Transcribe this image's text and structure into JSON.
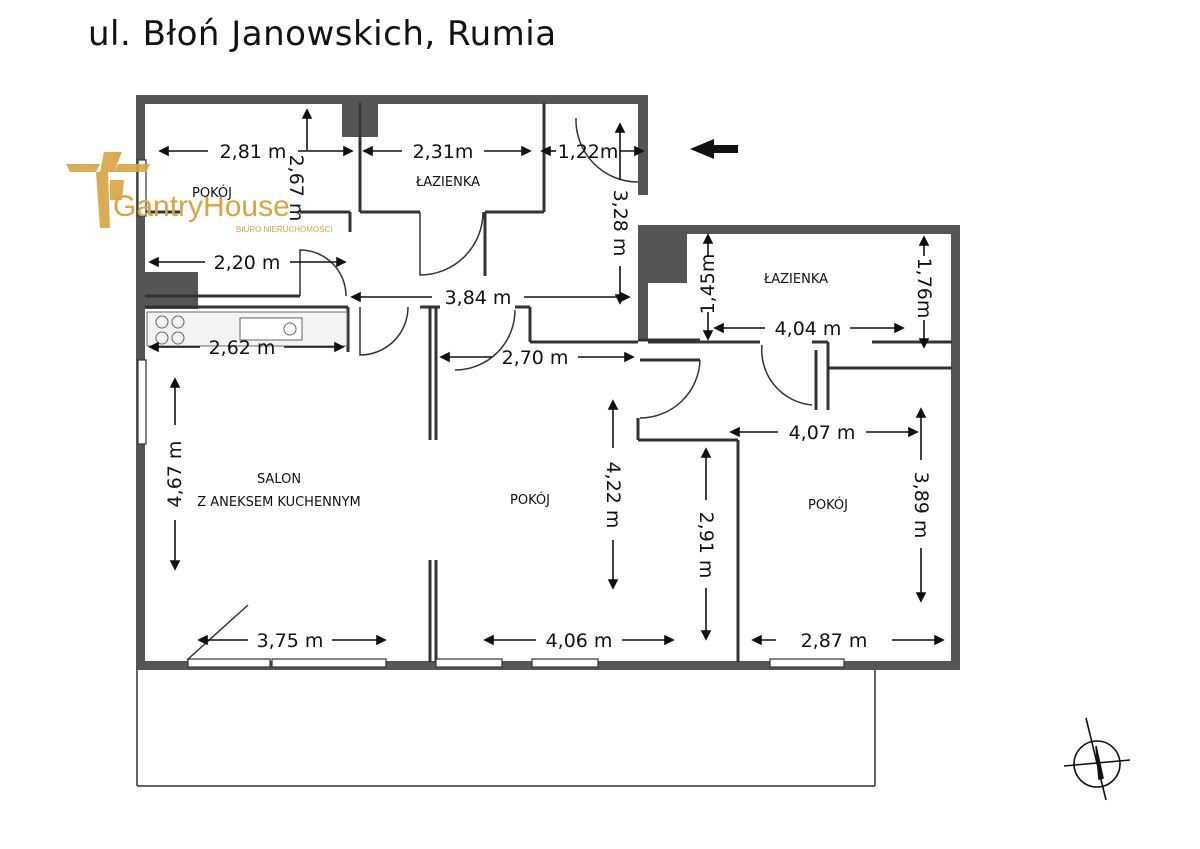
{
  "title": "ul. Błoń Janowskich, Rumia",
  "rooms": {
    "room_topleft": "POKÓJ",
    "bath_top": "ŁAZIENKA",
    "bath_right": "ŁAZIENKA",
    "salon_line1": "SALON",
    "salon_line2": "Z ANEKSEM  KUCHENNYM",
    "room_middle": "POKÓJ",
    "room_right": "POKÓJ"
  },
  "dimensions": {
    "d281": "2,81 m",
    "d231": "2,31m",
    "d122": "1,22m",
    "d267": "2,67 m",
    "d328": "3,28 m",
    "d220": "2,20 m",
    "d384": "3,84 m",
    "d145": "1,45m",
    "d176": "1,76m",
    "d404": "4,04 m",
    "d262": "2,62 m",
    "d270": "2,70 m",
    "d407": "4,07 m",
    "d467": "4,67 m",
    "d422": "4,22 m",
    "d291": "2,91 m",
    "d389": "3,89 m",
    "d375": "3,75 m",
    "d406": "4,06 m",
    "d287": "2,87 m"
  },
  "logo": {
    "name": "GantryHouse",
    "tagline": "BIURO NIERUCHOMOŚCI",
    "color": "#d9a441"
  },
  "colors": {
    "wall": "#555555",
    "line": "#222222"
  },
  "icons": {
    "entrance": "entrance-arrow-icon",
    "compass": "compass-icon"
  }
}
